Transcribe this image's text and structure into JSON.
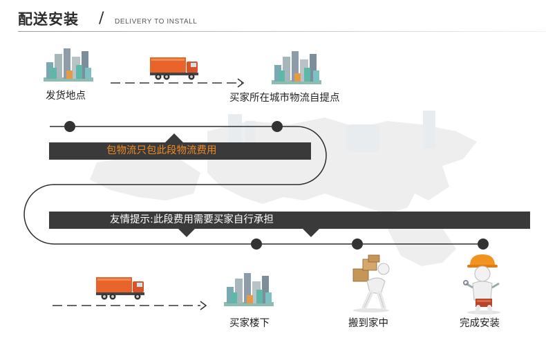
{
  "header": {
    "title": "配送安装",
    "separator": "/",
    "subtitle": "DELIVERY TO INSTALL"
  },
  "steps": {
    "origin_label": "发货地点",
    "city_station_label": "买家所在城市物流自提点",
    "downstairs_label": "买家楼下",
    "carry_home_label": "搬到家中",
    "installed_label": "完成安装"
  },
  "notes": {
    "logistics_covered": "包物流只包此段物流费用",
    "reminder": "友情提示:此段费用需要买家自行承担"
  },
  "colors": {
    "bar_background": "#3a3a3a",
    "highlight_text": "#f28a22",
    "truck_orange": "#e8642a",
    "track_line": "#2b2b2b"
  },
  "icons": [
    "buildings-icon",
    "truck-icon",
    "delivery-person-icon",
    "installer-icon"
  ]
}
